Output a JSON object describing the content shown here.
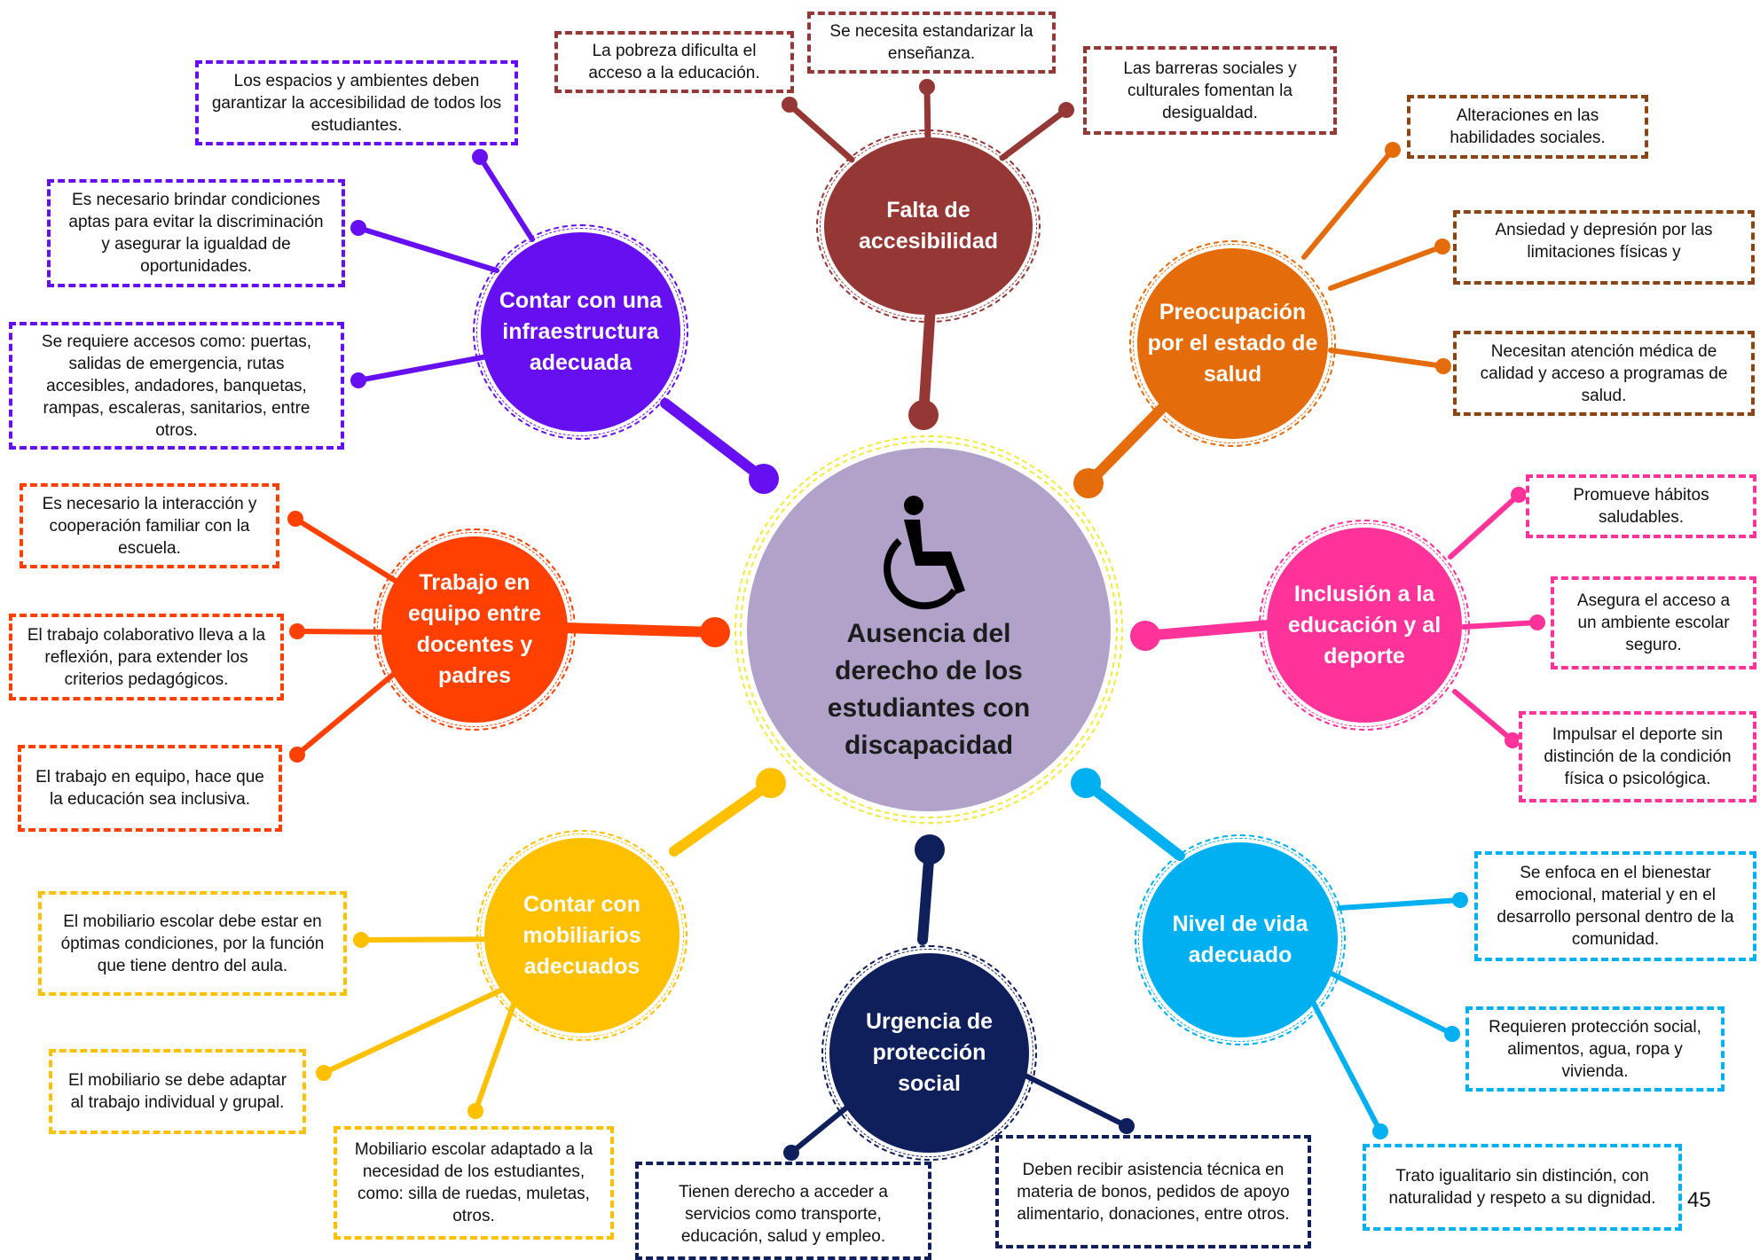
{
  "center": {
    "title": "Ausencia del derecho de los estudiantes con discapacidad",
    "icon": "wheelchair-icon",
    "color": "#b0a2c9",
    "ring_color": "#f2ea3c"
  },
  "branches": [
    {
      "id": "accesibilidad",
      "title": "Falta de accesibilidad",
      "color": "#953735",
      "notes": [
        "La pobreza dificulta el acceso a la educación.",
        "Se necesita estandarizar la enseñanza.",
        "Las barreras sociales y culturales fomentan la desigualdad."
      ]
    },
    {
      "id": "salud",
      "title": "Preocupación por el estado de salud",
      "color": "#e46c0a",
      "notes": [
        "Alteraciones en las habilidades sociales.",
        "Ansiedad y depresión por las limitaciones físicas y",
        "Necesitan atención médica de calidad y acceso a programas de salud."
      ]
    },
    {
      "id": "inclusion",
      "title": "Inclusión a la educación y al deporte",
      "color": "#ff3399",
      "notes": [
        "Promueve hábitos saludables.",
        "Asegura el acceso a un ambiente escolar seguro.",
        "Impulsar el deporte sin distinción de la condición física o psicológica."
      ]
    },
    {
      "id": "vida",
      "title": "Nivel de vida adecuado",
      "color": "#00b0f0",
      "notes": [
        "Se enfoca en el bienestar emocional, material y en el desarrollo personal dentro de la comunidad.",
        "Requieren protección social, alimentos, agua, ropa y vivienda.",
        "Trato igualitario sin distinción, con naturalidad y respeto a su dignidad."
      ]
    },
    {
      "id": "proteccion",
      "title": "Urgencia de protección social",
      "color": "#0f1f5c",
      "notes": [
        "Tienen derecho a acceder a servicios como transporte, educación, salud y empleo.",
        "Deben recibir asistencia técnica en materia de bonos, pedidos de apoyo alimentario, donaciones, entre otros."
      ]
    },
    {
      "id": "mobiliario",
      "title": "Contar con mobiliarios adecuados",
      "color": "#ffc000",
      "notes": [
        "El mobiliario escolar debe estar en óptimas condiciones, por la función que tiene dentro del aula.",
        "El mobiliario se debe adaptar al trabajo individual y grupal.",
        "Mobiliario escolar adaptado a la necesidad de los estudiantes, como: silla de ruedas, muletas, otros."
      ]
    },
    {
      "id": "equipo",
      "title": "Trabajo en equipo entre docentes y padres",
      "color": "#ff4000",
      "notes": [
        "Es necesario la interacción y cooperación familiar con la escuela.",
        "El trabajo colaborativo lleva a la reflexión, para extender los criterios pedagógicos.",
        "El trabajo en equipo, hace que la educación sea inclusiva."
      ]
    },
    {
      "id": "infraestructura",
      "title": "Contar con una infraestructura adecuada",
      "color": "#6610f2",
      "notes": [
        "Los espacios y ambientes deben garantizar la accesibilidad de todos los estudiantes.",
        "Es necesario brindar condiciones aptas para evitar la discriminación y asegurar la igualdad de oportunidades.",
        "Se requiere accesos como: puertas, salidas de emergencia, rutas accesibles, andadores, banquetas, rampas, escaleras, sanitarios, entre otros."
      ]
    }
  ],
  "page_number": "45"
}
